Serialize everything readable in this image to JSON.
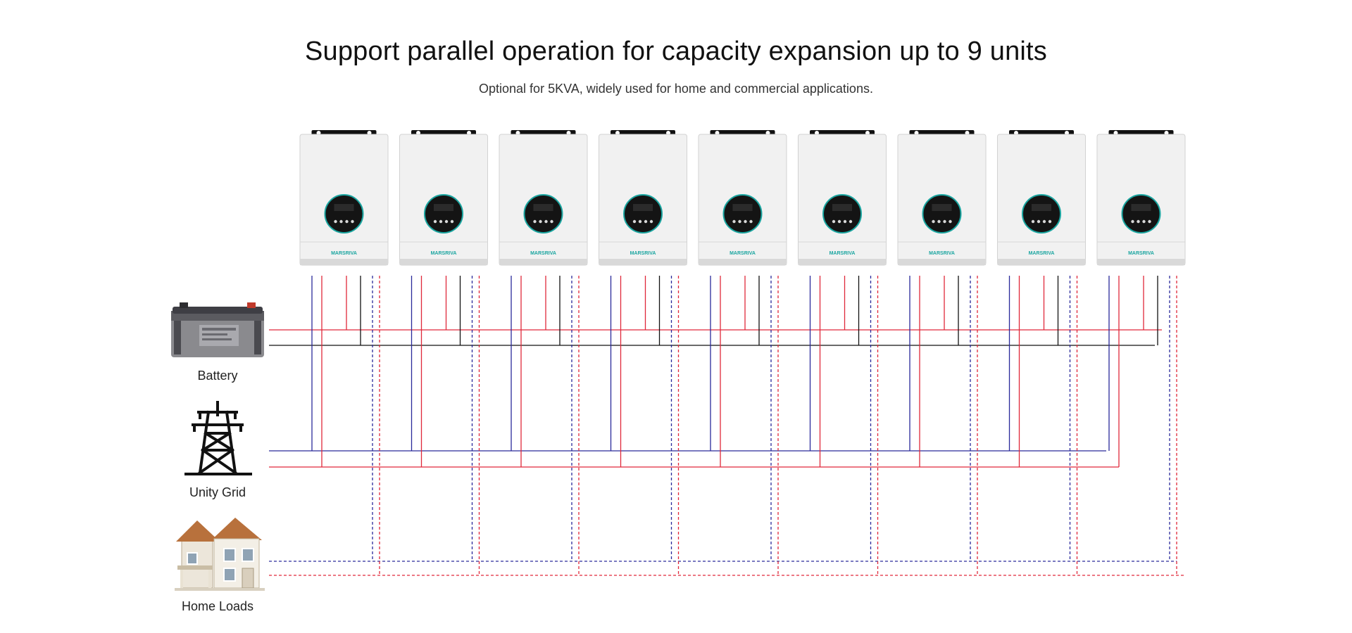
{
  "header": {
    "title": "Support parallel operation for capacity expansion up to 9 units",
    "subtitle": "Optional for 5KVA, widely used for home and commercial applications."
  },
  "inverter": {
    "brand": "MARSRIVA",
    "count": 9
  },
  "sources": [
    {
      "id": "battery",
      "label": "Battery"
    },
    {
      "id": "grid",
      "label": "Unity Grid"
    },
    {
      "id": "home",
      "label": "Home Loads"
    }
  ],
  "colors": {
    "positive": "#e0283a",
    "negative": "#111111",
    "neutral": "#2a2a9a",
    "accent": "#1aa5a0",
    "inverter_body": "#f1f1f1"
  }
}
